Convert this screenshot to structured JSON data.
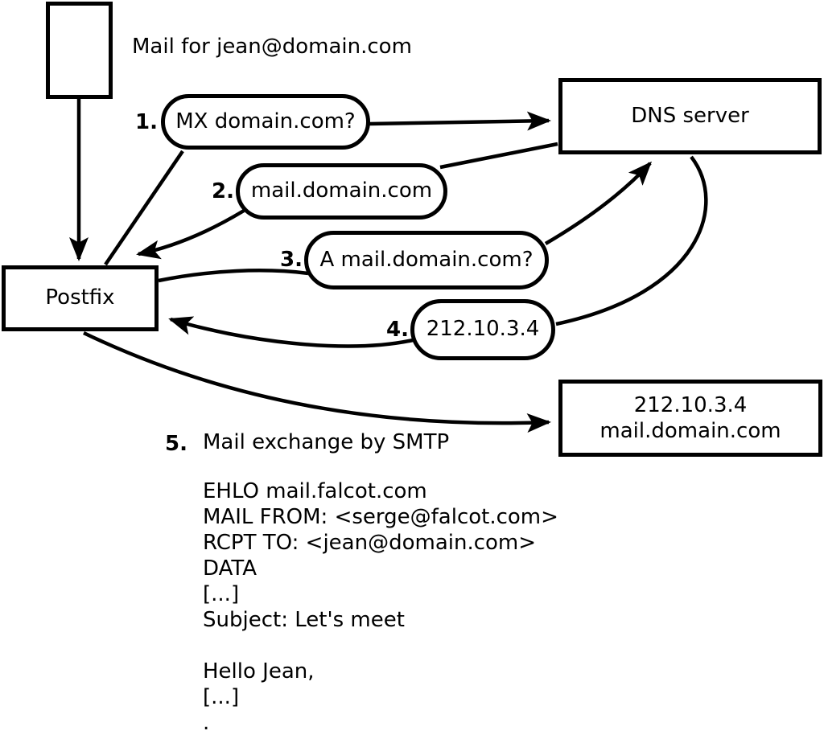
{
  "colors": {
    "ink": "#000000",
    "background": "#ffffff"
  },
  "intro_label": "Mail for jean@domain.com",
  "nodes": {
    "envelope_icon": "mail-envelope",
    "postfix": "Postfix",
    "dns_server": "DNS server",
    "mail_server": {
      "ip": "212.10.3.4",
      "hostname": "mail.domain.com"
    }
  },
  "steps": [
    {
      "num": "1.",
      "label": "MX domain.com?"
    },
    {
      "num": "2.",
      "label": "mail.domain.com"
    },
    {
      "num": "3.",
      "label": "A mail.domain.com?"
    },
    {
      "num": "4.",
      "label": "212.10.3.4"
    },
    {
      "num": "5.",
      "label": "Mail exchange by SMTP"
    }
  ],
  "smtp_session": [
    "EHLO mail.falcot.com",
    "MAIL FROM: <serge@falcot.com>",
    "RCPT TO: <jean@domain.com>",
    "DATA",
    "[...]",
    "Subject: Let's meet",
    "",
    "Hello Jean,",
    "[...]",
    "."
  ]
}
